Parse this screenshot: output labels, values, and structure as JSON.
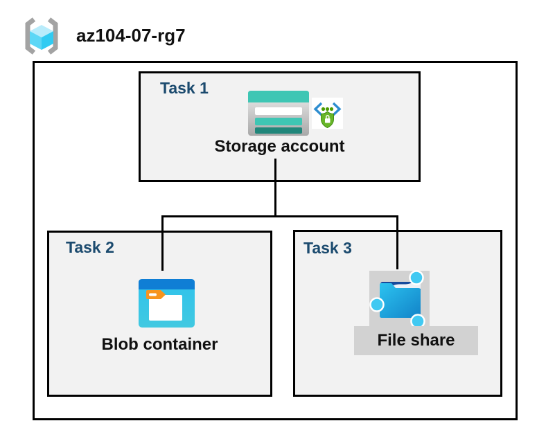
{
  "header": {
    "title": "az104-07-rg7",
    "icon": "resource-group-icon"
  },
  "tasks": [
    {
      "label": "Task 1",
      "item": "Storage account",
      "icons": [
        "storage-account-icon",
        "shared-access-signature-icon"
      ]
    },
    {
      "label": "Task 2",
      "item": "Blob container",
      "icons": [
        "blob-container-icon"
      ]
    },
    {
      "label": "Task 3",
      "item": "File share",
      "icons": [
        "file-share-icon"
      ],
      "highlighted": true
    }
  ],
  "connections": [
    {
      "from": "Storage account",
      "to": "Blob container"
    },
    {
      "from": "Storage account",
      "to": "File share"
    }
  ],
  "colors": {
    "task_label": "#1b4a6e",
    "box_fill": "#f2f2f2",
    "box_border": "#000000",
    "connector": "#000000",
    "rg_bracket_gray": "#a3a3a3",
    "cube_top": "#b9ecfb",
    "cube_left": "#5cd7f6",
    "cube_right": "#31cbf2",
    "storage_body_light": "#ededed",
    "storage_body_dark": "#a8a8a8",
    "storage_teal": "#3ec6b4",
    "storage_teal_dark": "#20867a",
    "storage_white_row": "#ffffff",
    "sas_bracket_blue": "#2d8dd0",
    "sas_dot_green": "#4c9c00",
    "sas_shield_green": "#67b527",
    "sas_shield_dark": "#3f8d12",
    "blob_header_blue": "#0f7ed5",
    "blob_body_top": "#2fc2ec",
    "blob_body_bottom": "#41c9e1",
    "folder_white": "#ffffff",
    "tag_orange": "#f7941e",
    "fs_navy": "#164a9c",
    "fs_cyan_light": "#2cc3f0",
    "fs_blue_deep": "#1283c8",
    "fs_node_cyan": "#41c9f2",
    "fs_stub_blue": "#1b74c0",
    "highlight_gray": "#d2d2d2"
  }
}
